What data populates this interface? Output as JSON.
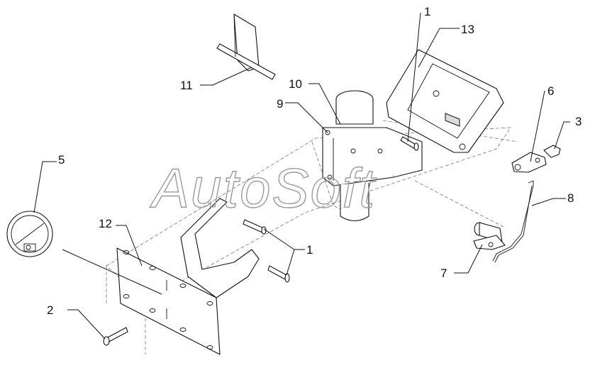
{
  "watermark": "AutoSoft",
  "callouts": [
    "1",
    "13",
    "6",
    "3",
    "8",
    "7",
    "1",
    "11",
    "10",
    "9",
    "5",
    "12",
    "2"
  ],
  "colors": {
    "line": "#111111",
    "watermark": "#9a9a9a",
    "background": "#ffffff"
  }
}
